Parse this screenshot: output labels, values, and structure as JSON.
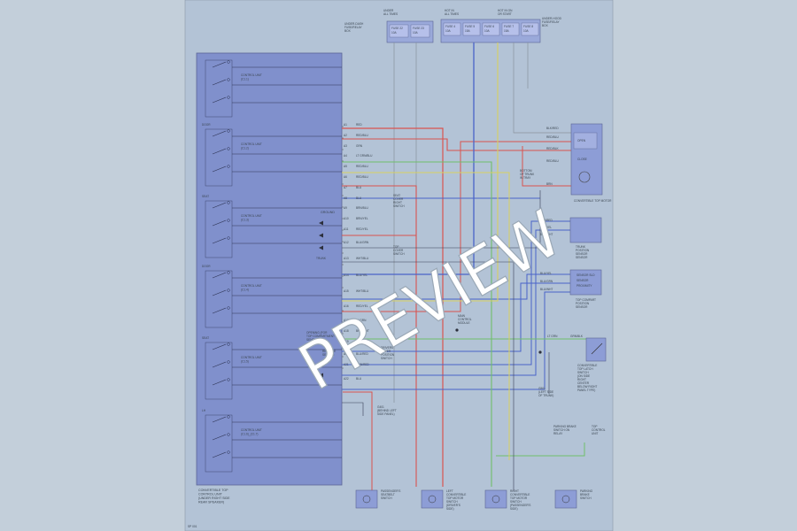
{
  "watermark": "PREVIEW",
  "page_id": "SP 001",
  "top_fuses": {
    "left": {
      "title": [
        "UNDER",
        "ALL TIMES"
      ],
      "cells": [
        "FUSE 22",
        "FUSE 23"
      ],
      "amps": [
        "10A",
        "10A"
      ],
      "note": [
        "UNDER-DASH",
        "FUSE/RELAY",
        "BOX"
      ]
    },
    "right": {
      "title_a": [
        "HOT IN",
        "ALL TIMES"
      ],
      "title_b": [
        "HOT IN ON",
        "OR START"
      ],
      "cells": [
        "FUSE 4",
        "FUSE 5",
        "FUSE 6",
        "FUSE 7",
        "FUSE 8"
      ],
      "amps": [
        "10A",
        "15A",
        "10A",
        "15A",
        "10A"
      ],
      "note": [
        "UNDER-HOOD",
        "FUSE/RELAY",
        "BOX"
      ]
    }
  },
  "control_unit": {
    "sections": [
      {
        "tag": "",
        "label": [
          "CONTROL UNIT",
          "(C1.1)"
        ]
      },
      {
        "tag": "DOOR",
        "label": [
          "CONTROL UNIT",
          "(C1.2)"
        ]
      },
      {
        "tag": "SEAT",
        "label": [
          "CONTROL UNIT",
          "(C1.3)"
        ]
      },
      {
        "tag": "DOOR",
        "label": [
          "CONTROL UNIT",
          "(C1.4)"
        ]
      },
      {
        "tag": "SEAT",
        "label": [
          "CONTROL UNIT",
          "(C1.5)"
        ]
      },
      {
        "tag": "LH",
        "label": [
          "CONTROL UNIT",
          "(C1.6)_(C1.7)"
        ]
      }
    ],
    "caption": [
      "CONVERTIBLE TOP",
      "CONTROL UNIT",
      "(UNDER RIGHT SIDE",
      "REAR SPEAKER)"
    ]
  },
  "wires": [
    {
      "pin": "A1",
      "label": "RED"
    },
    {
      "pin": "A2",
      "label": "RED/BLU"
    },
    {
      "pin": "A3",
      "label": "GRN"
    },
    {
      "pin": "A4",
      "label": "LT GRN/BLU"
    },
    {
      "pin": "A5",
      "label": "RED/BLU"
    },
    {
      "pin": "A6",
      "label": "RED/BLU"
    },
    {
      "pin": "A7",
      "label": "BLU"
    },
    {
      "pin": "A8",
      "label": "BLU"
    },
    {
      "pin": "A9",
      "label": "BRN/BLU"
    },
    {
      "pin": "A10",
      "label": "BRN/YEL"
    },
    {
      "pin": "A11",
      "label": "RED/YEL"
    },
    {
      "pin": "A12",
      "label": "BLU/GRN"
    },
    {
      "pin": "A13",
      "label": "WHT/BLU"
    },
    {
      "pin": "A14",
      "label": "BLU/YEL"
    },
    {
      "pin": "A15",
      "label": "WHT/BLU"
    },
    {
      "pin": "A16",
      "label": "RED/YEL"
    },
    {
      "pin": "A17",
      "label": "LT GRN"
    },
    {
      "pin": "A18",
      "label": "BRN/WHT"
    },
    {
      "pin": "A19",
      "label": "BLU/WHT"
    },
    {
      "pin": "A20",
      "label": "BLU/RED"
    },
    {
      "pin": "A21",
      "label": "GRN/RED"
    },
    {
      "pin": "A22",
      "label": "BLU"
    }
  ],
  "inline_labels": {
    "ground": "GROUND",
    "pass_sw": [
      "SEAT",
      "COVER",
      "RIGHT",
      "SWITCH"
    ],
    "top_cover": [
      "TOP",
      "COVER",
      "SWITCH"
    ],
    "trunk": [
      "TRUNK",
      "POSITION",
      "SWITCH"
    ],
    "opening": [
      "OPENING (FOR",
      "TOP COMPARTMENT",
      "SENSOR)"
    ],
    "reverse": [
      "REVERSE",
      "SENSOR"
    ],
    "lid_left": [
      "DRIVERS",
      "COVER",
      "POSITION",
      "SWITCH"
    ],
    "g_ground": [
      "G401",
      "(BEHIND LEFT",
      "SIDE PANEL)"
    ]
  },
  "right_devices": {
    "relay": {
      "pins": [
        "BLK/RED",
        "RED/BLU",
        "RED/BLK",
        "RED/BLU",
        "BRN"
      ],
      "inner": [
        "OPEN",
        "CLOSE"
      ],
      "caption": [
        "CONVERTIBLE TOP MOTOR"
      ]
    },
    "motor_note": [
      "BOTTOM",
      "OF TRUNK",
      "IN TRAY"
    ],
    "sensor1": {
      "pins": [
        "BLU/RED",
        "BLU/YEL",
        "BLU/WHT"
      ],
      "caption": [
        "TRUNK",
        "POSITION",
        "SENSOR",
        "SENSOR"
      ]
    },
    "sensor2": {
      "pins": [
        "BLU/YEL",
        "BLU/GRN",
        "BLU/WHT"
      ],
      "inner": [
        "SENSOR SLD",
        "SENSOR",
        "PROXIMITY"
      ],
      "caption": [
        "TOP COMPART",
        "POSITION",
        "SENSOR"
      ]
    },
    "mid_sensor": [
      "MAIN",
      "CONTROL",
      "MODULE"
    ],
    "latch": {
      "pins": [
        "LT GRN",
        "GRN/BLK"
      ],
      "caption": [
        "CONVERTIBLE",
        "TOP LATCH",
        "SWITCH",
        "(ON SIDE",
        "RIGHT",
        "CENTER",
        "BELOW RIGHT",
        "PANEL TYPE)"
      ]
    },
    "g2": [
      "G501",
      "(LEFT SIDE",
      "OF TRUNK)"
    ]
  },
  "bottom_devices": [
    {
      "label": [
        "PASSENGER'S",
        "SEATBELT",
        "SWITCH"
      ]
    },
    {
      "label": [
        "LEFT",
        "CONVERTIBLE",
        "TOP MOTOR",
        "SWITCH",
        "(DRIVER'S",
        "SIDE)"
      ]
    },
    {
      "label": [
        "RIGHT",
        "CONVERTIBLE",
        "TOP MOTOR",
        "SWITCH",
        "(PASSENGER'S",
        "SIDE)"
      ]
    },
    {
      "label": [
        "PARKING",
        "BRAKE",
        "SWITCH"
      ]
    }
  ],
  "bottom_right_labels": {
    "a": [
      "PARKING BRAKE",
      "SWITCH ON",
      "RELAY"
    ],
    "b": [
      "TOP",
      "CONTROL",
      "UNIT"
    ]
  },
  "colors": {
    "red": "#d9534f",
    "blue": "#4a63c8",
    "green": "#6fbf6a",
    "yellow": "#d8d060",
    "gray": "#8a939c",
    "box": "#7f90cf"
  }
}
